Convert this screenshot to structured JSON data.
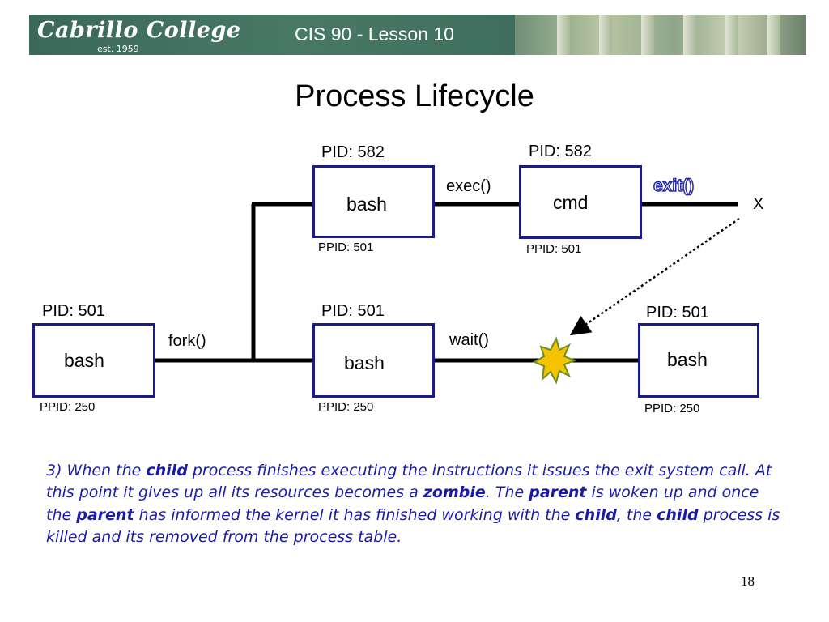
{
  "header": {
    "logo": "Cabrillo College",
    "est": "est. 1959",
    "course": "CIS 90 - Lesson 10"
  },
  "title": "Process Lifecycle",
  "diagram": {
    "nodes": {
      "exec_bash": {
        "label": "bash",
        "pid": "PID: 582",
        "ppid": "PPID: 501"
      },
      "cmd": {
        "label": "cmd",
        "pid": "PID: 582",
        "ppid": "PPID: 501"
      },
      "parent_bash": {
        "label": "bash",
        "pid": "PID: 501",
        "ppid": "PPID: 250"
      },
      "forked_bash": {
        "label": "bash",
        "pid": "PID: 501",
        "ppid": "PPID: 250"
      },
      "resumed_bash": {
        "label": "bash",
        "pid": "PID: 501",
        "ppid": "PPID: 250"
      }
    },
    "ops": {
      "fork": "fork()",
      "exec": "exec()",
      "wait": "wait()",
      "exit": "exit()",
      "end_marker": "X"
    }
  },
  "description": {
    "p1": "3) When the ",
    "child1": "child",
    "p2": " process finishes executing the instructions it issues the exit system call.  At this point it gives up all its resources becomes a ",
    "zombie": "zombie",
    "p3": ".  The ",
    "parent1": "parent",
    "p4": " is woken up and once the ",
    "parent2": "parent",
    "p5": " has informed the kernel it has finished working with the ",
    "child2": "child",
    "p6": ", the ",
    "child3": "child",
    "p7": " process is killed and its removed from the process table."
  },
  "page_number": "18",
  "colors": {
    "box_border": "#1a1a8c",
    "description_text": "#1a1aa8",
    "header_bg": "#3d6b5a",
    "zombie_fill": "#f5c400"
  }
}
